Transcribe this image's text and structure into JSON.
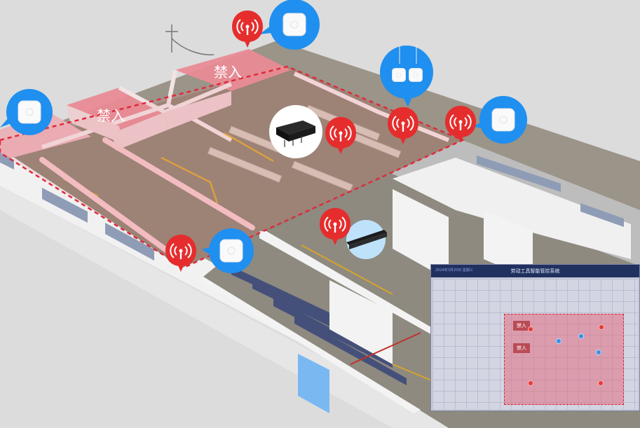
{
  "zones": {
    "forbid_label": "禁入"
  },
  "panel": {
    "header_left": "2024年3月20日 星期三",
    "title": "劳动工具智能管控系统",
    "forbid_labels": [
      "禁入",
      "禁入"
    ]
  },
  "colors": {
    "zone_fill": "#e98a95",
    "zone_border": "#e02a3c",
    "pin_red": "#e52d2d",
    "badge_blue": "#1f8ff0",
    "floor": "#8a8478",
    "wall": "#f2f2f2"
  },
  "icons": {
    "pin": "wifi-signal-pin-icon",
    "ceiling_ap": "ceiling-access-point-icon",
    "network_switch": "network-switch-icon",
    "rack_switch": "rack-switch-icon"
  }
}
